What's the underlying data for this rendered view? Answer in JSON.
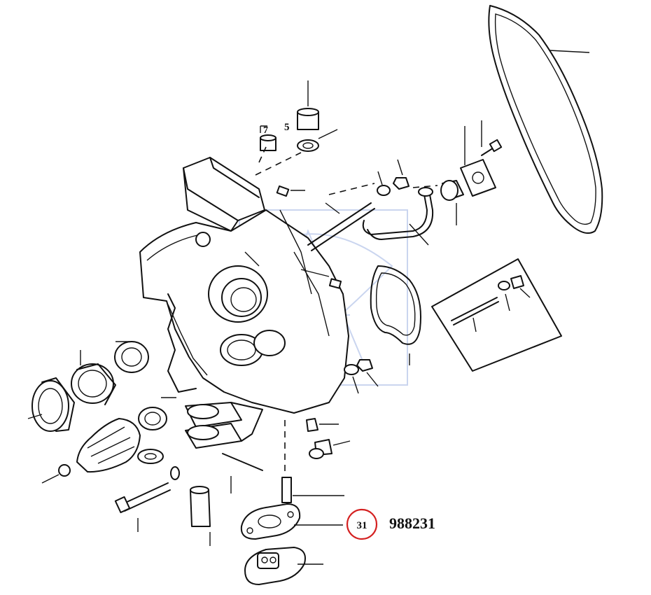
{
  "labels": {
    "item_7": "7",
    "item_5": "5"
  },
  "callout": {
    "number": "31",
    "part_number": "988231",
    "circle_color": "#d42020"
  },
  "watermark_color": "#9fb4e3"
}
